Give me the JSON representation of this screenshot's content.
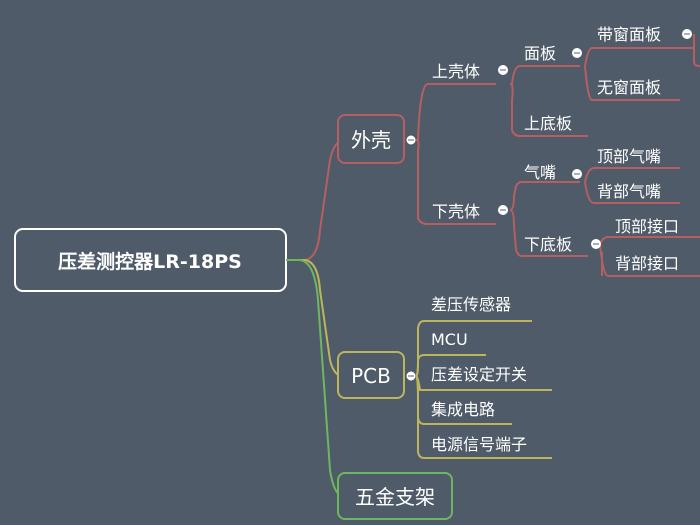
{
  "root": {
    "label": "压差测控器LR-18PS"
  },
  "branches": {
    "shell": {
      "label": "外壳",
      "upper": {
        "label": "上壳体",
        "panel": {
          "label": "面板",
          "with_window": "带窗面板",
          "without_window": "无窗面板"
        },
        "upper_bottom": "上底板"
      },
      "lower": {
        "label": "下壳体",
        "nozzle": {
          "label": "气嘴",
          "top": "顶部气嘴",
          "back": "背部气嘴"
        },
        "lower_bottom": {
          "label": "下底板",
          "top": "顶部接口",
          "back": "背部接口"
        }
      }
    },
    "pcb": {
      "label": "PCB",
      "items": [
        "差压传感器",
        "MCU",
        "压差设定开关",
        "集成电路",
        "电源信号端子"
      ]
    },
    "hardware": {
      "label": "五金支架"
    }
  },
  "colors": {
    "background": "#4f5b68",
    "shell_line": "#b65f63",
    "pcb_line": "#bdb55c",
    "hardware_line": "#6db85f",
    "root_border": "#ffffff"
  }
}
